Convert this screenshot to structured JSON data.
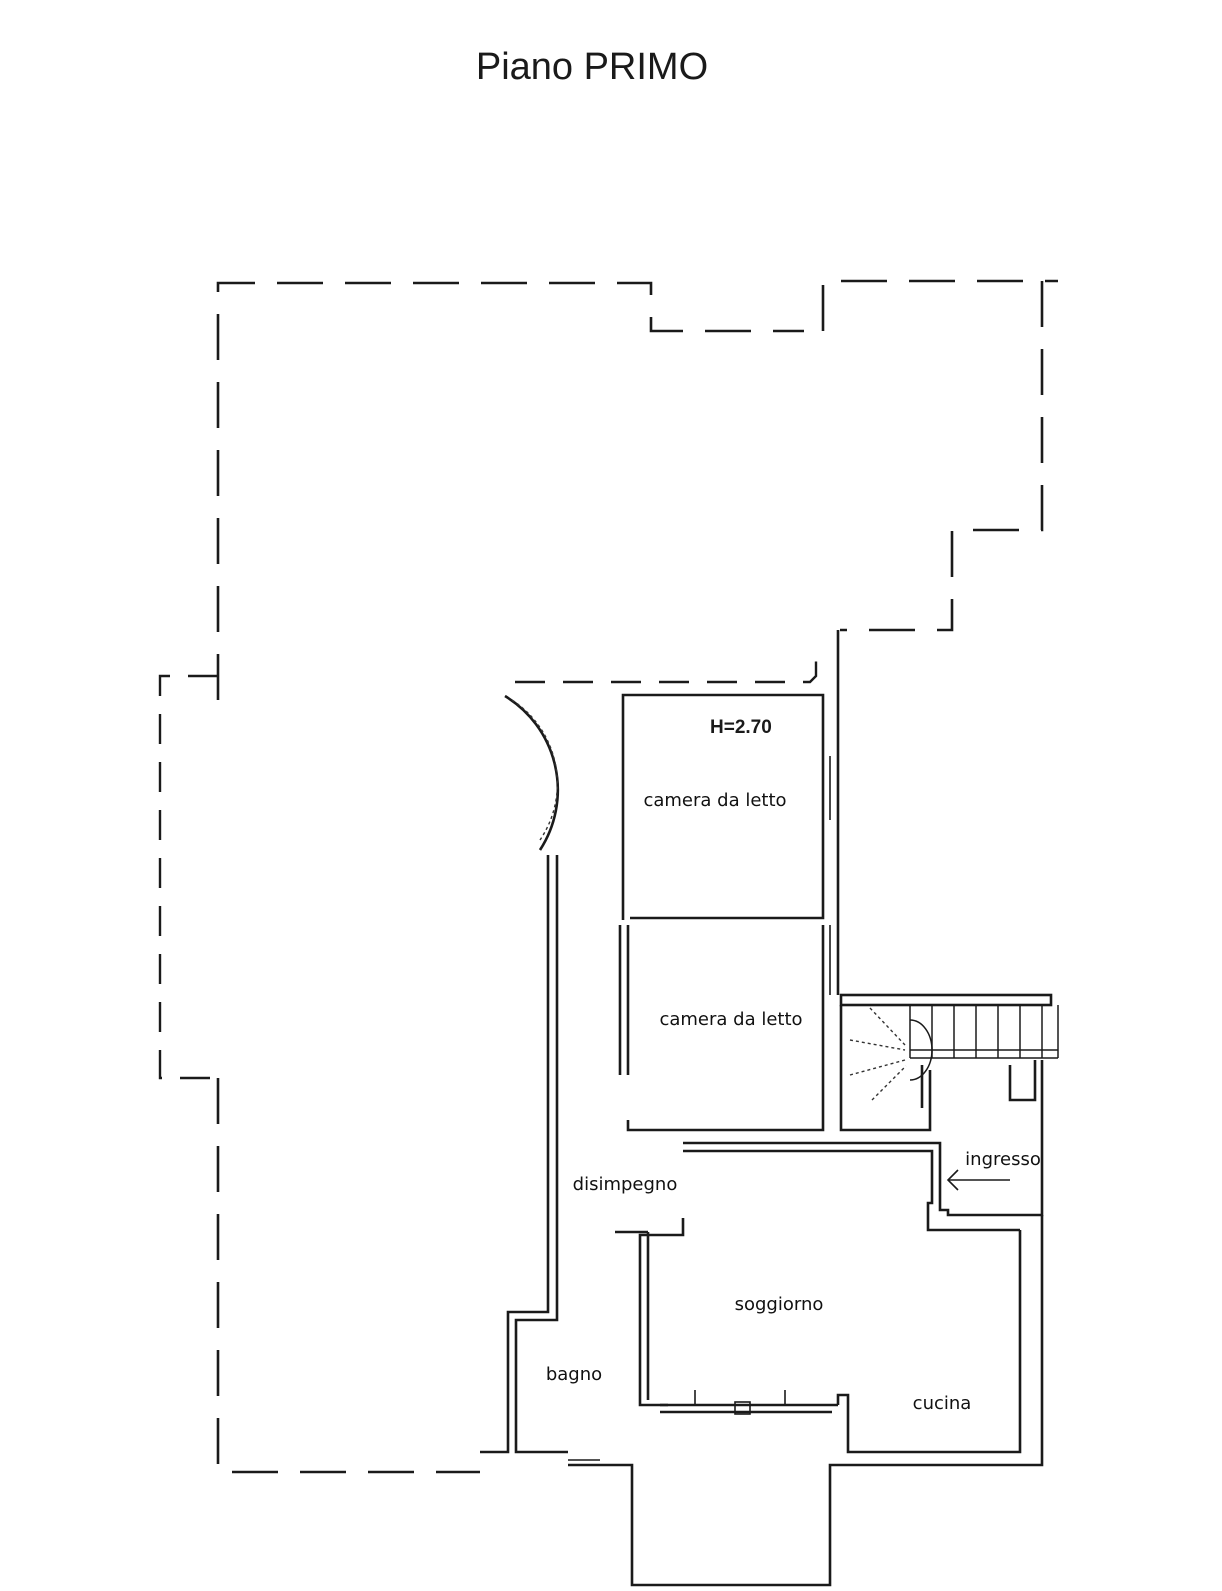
{
  "plan": {
    "title": "Piano PRIMO",
    "height_label": "H=2.70",
    "rooms": {
      "camera_1": "camera da letto",
      "camera_2": "camera da letto",
      "disimpegno": "disimpegno",
      "soggiorno": "soggiorno",
      "bagno": "bagno",
      "cucina": "cucina",
      "ingresso": "ingresso"
    }
  },
  "colors": {
    "ink": "#1a1a1a",
    "background": "#ffffff"
  }
}
